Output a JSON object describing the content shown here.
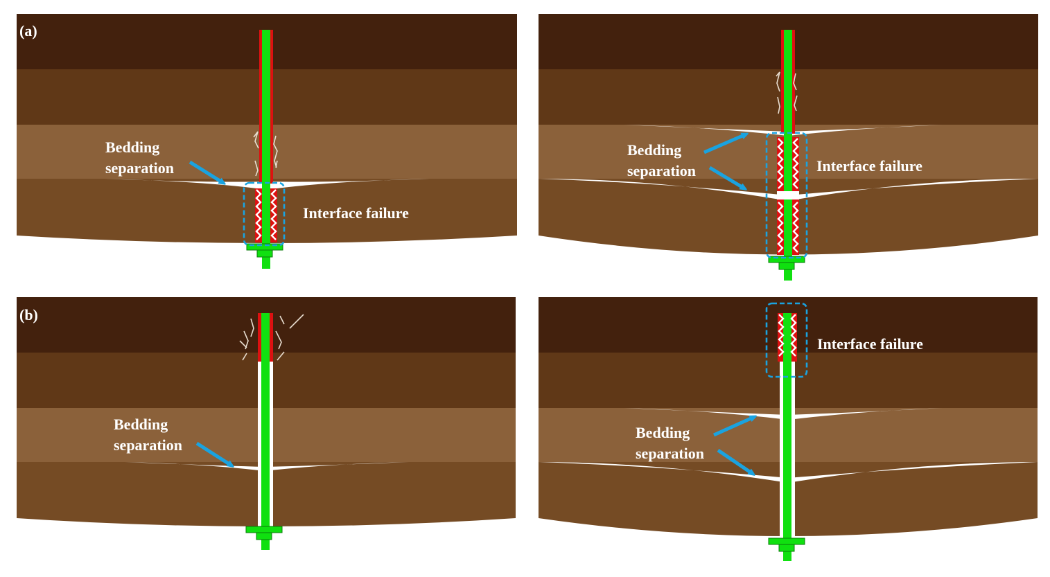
{
  "panels": [
    {
      "id": "a-left",
      "tag": "(a)",
      "labels": {
        "bedding": [
          "Bedding",
          "separation"
        ],
        "interface": "Interface failure"
      }
    },
    {
      "id": "a-right",
      "tag": "",
      "labels": {
        "bedding": [
          "Bedding",
          "separation"
        ],
        "interface": "Interface failure"
      }
    },
    {
      "id": "b-left",
      "tag": "(b)",
      "labels": {
        "bedding": [
          "Bedding",
          "separation"
        ],
        "interface": ""
      }
    },
    {
      "id": "b-right",
      "tag": "",
      "labels": {
        "bedding": [
          "Bedding",
          "separation"
        ],
        "interface": "Interface failure"
      }
    }
  ],
  "colors": {
    "layer_top": "#43210d",
    "layer_2": "#603817",
    "layer_3": "#8b613a",
    "layer_4": "#754b24",
    "bolt": "#10e010",
    "grout_bonded": "#dd1111",
    "annotation": "#1aa3e0"
  }
}
